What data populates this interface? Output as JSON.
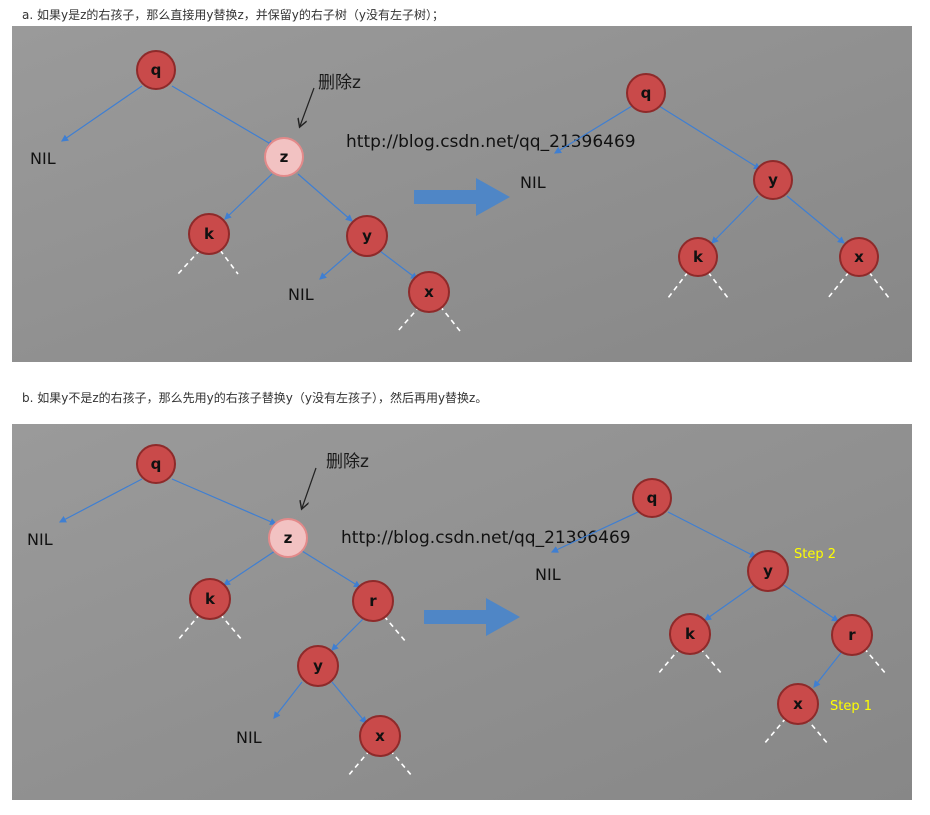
{
  "section_a": {
    "caption": "a. 如果y是z的右孩子，那么直接用y替换z，并保留y的右子树（y没有左子树）；",
    "note": "删除z",
    "url": "http://blog.csdn.net/qq_21396469",
    "before": {
      "nodes": {
        "q": "q",
        "z": "z",
        "k": "k",
        "y": "y",
        "x": "x"
      },
      "nil_left": "NIL",
      "nil_y": "NIL"
    },
    "after": {
      "nodes": {
        "q": "q",
        "y": "y",
        "k": "k",
        "x": "x"
      },
      "nil": "NIL"
    }
  },
  "section_b": {
    "caption": "b. 如果y不是z的右孩子，那么先用y的右孩子替换y（y没有左孩子），然后再用y替换z。",
    "note": "删除z",
    "url": "http://blog.csdn.net/qq_21396469",
    "before": {
      "nodes": {
        "q": "q",
        "z": "z",
        "k": "k",
        "r": "r",
        "y": "y",
        "x": "x"
      },
      "nil_left": "NIL",
      "nil_y": "NIL"
    },
    "after": {
      "nodes": {
        "q": "q",
        "y": "y",
        "k": "k",
        "r": "r",
        "x": "x"
      },
      "nil": "NIL",
      "step2": "Step 2",
      "step1": "Step 1"
    }
  },
  "colors": {
    "node_fill": "#c94a4a",
    "node_stroke": "#8e2a2a",
    "deleted_fill": "#f2c2c2",
    "edge": "#3f7fd2",
    "arrow": "#4f86c6",
    "step_text": "#ffff00"
  }
}
